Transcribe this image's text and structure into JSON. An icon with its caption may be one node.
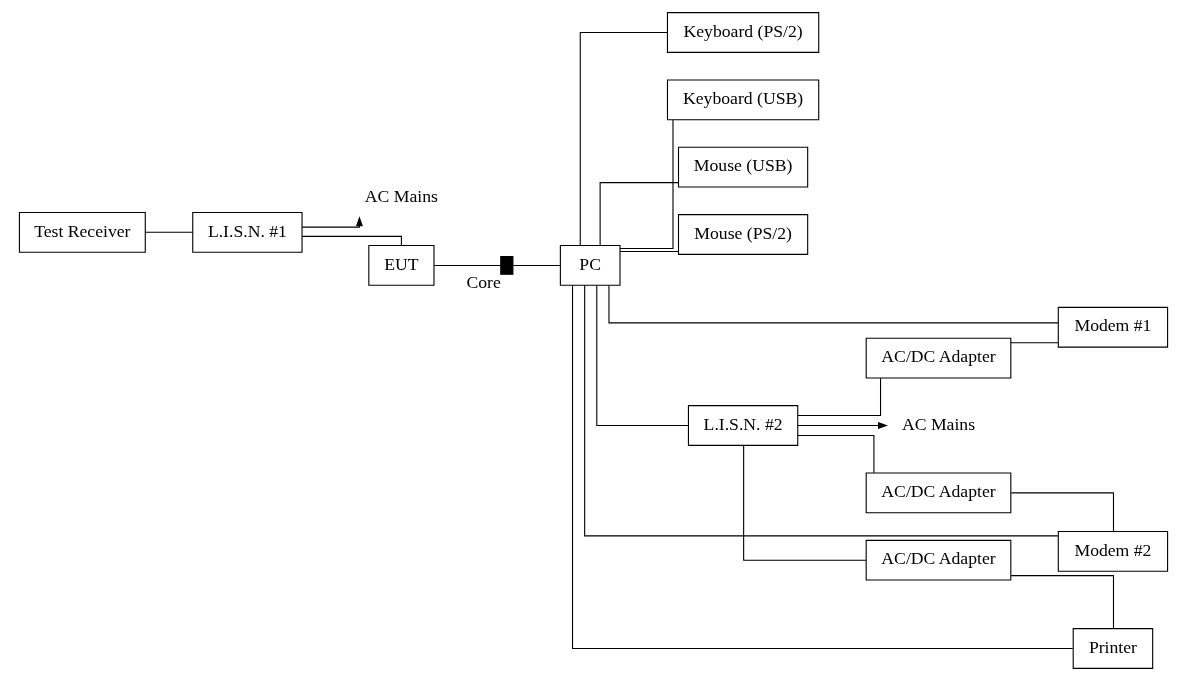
{
  "diagram": {
    "nodes": [
      {
        "text": [
          "Test Receiver"
        ]
      },
      {
        "text": [
          "AC Mains"
        ]
      },
      {
        "text": [
          "L.I.S.N. #1"
        ]
      },
      {
        "text": [
          "EUT"
        ]
      },
      {
        "text": [],
        "shape": "box",
        "beside": [
          "Core"
        ]
      },
      {
        "text": [
          "PC"
        ]
      },
      {
        "text": [
          "Keyboard (PS/2)"
        ]
      },
      {
        "text": [
          "Keyboard (USB)"
        ]
      },
      {
        "text": [
          "Mouse (USB)"
        ]
      },
      {
        "text": [
          "Mouse (PS/2)"
        ]
      },
      {
        "text": [
          "Modem #1"
        ]
      },
      {
        "text": [
          "Modem #2"
        ]
      },
      {
        "text": [
          "Printer"
        ]
      },
      {
        "text": [
          "AC Mains"
        ]
      },
      {
        "text": [
          "L.I.S.N. #2"
        ]
      },
      {
        "text": [
          "AC/DC Adapter"
        ]
      },
      {
        "text": [
          "AC/DC Adapter"
        ]
      },
      {
        "text": [
          "AC/DC Adapter"
        ]
      }
    ],
    "edges": [
      {
        "from": 0,
        "to": 2,
        "arrow": "none"
      },
      {
        "from": 2,
        "to": 1,
        "arrow": "to"
      },
      {
        "from": 2,
        "to": 3,
        "arrow": "none"
      },
      {
        "from": 3,
        "to": 4,
        "arrow": "none"
      },
      {
        "from": 4,
        "to": 5,
        "arrow": "none"
      },
      {
        "from": 5,
        "to": 6,
        "arrow": "none"
      },
      {
        "from": 5,
        "to": 7,
        "arrow": "none"
      },
      {
        "from": 5,
        "to": 8,
        "arrow": "none"
      },
      {
        "from": 5,
        "to": 9,
        "arrow": "none"
      },
      {
        "from": 5,
        "to": 10,
        "arrow": "none"
      },
      {
        "from": 5,
        "to": 11,
        "arrow": "none"
      },
      {
        "from": 5,
        "to": 12,
        "arrow": "none"
      },
      {
        "from": 5,
        "to": 14,
        "arrow": "none"
      },
      {
        "from": 14,
        "to": 13,
        "arrow": "to"
      },
      {
        "from": 14,
        "to": 15,
        "arrow": "none"
      },
      {
        "from": 14,
        "to": 16,
        "arrow": "none"
      },
      {
        "from": 14,
        "to": 17,
        "arrow": "none"
      },
      {
        "from": 15,
        "to": 10,
        "arrow": "none"
      },
      {
        "from": 16,
        "to": 11,
        "arrow": "none"
      },
      {
        "from": 17,
        "to": 12,
        "arrow": "none"
      }
    ]
  }
}
